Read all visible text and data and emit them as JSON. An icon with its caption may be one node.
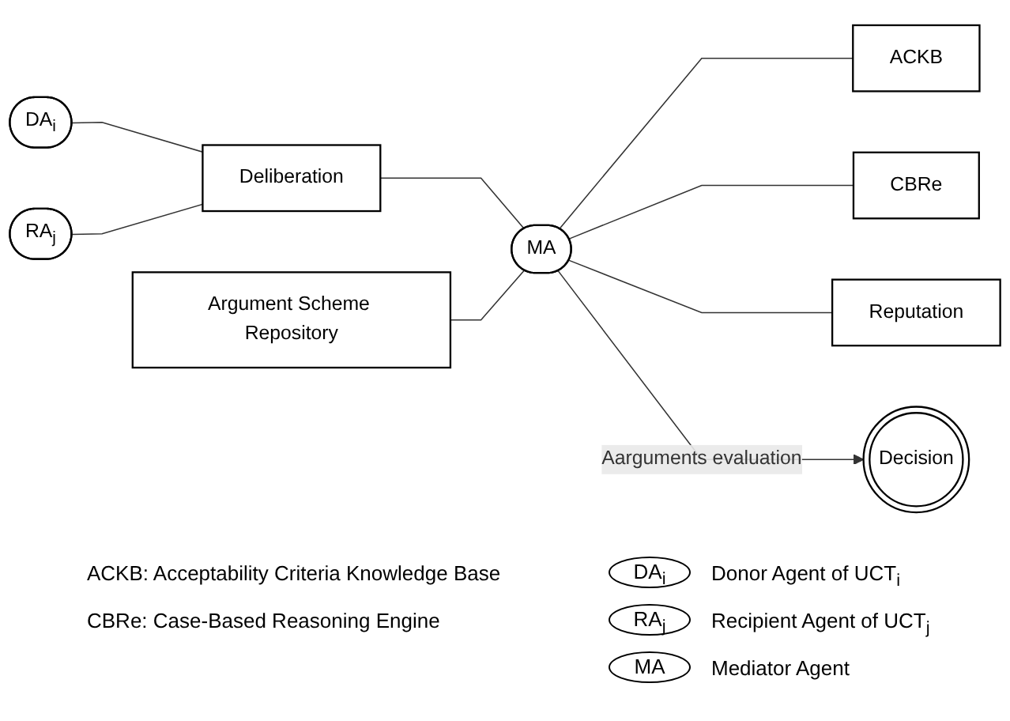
{
  "diagram": {
    "nodes": [
      {
        "text": [
          "Argument Scheme Repository"
        ]
      },
      {
        "text": [
          "ACKB"
        ]
      },
      {
        "text": [
          "DA$_{i}$"
        ]
      },
      {
        "text": [
          "Deliberation"
        ]
      },
      {
        "text": [
          "MA"
        ]
      },
      {
        "text": [
          "CBRe"
        ]
      },
      {
        "text": [
          "RA$_{j}$"
        ]
      },
      {
        "text": [
          "Reputation"
        ]
      },
      {
        "text": [
          "Decision"
        ]
      }
    ],
    "edges": [
      {
        "from": 2,
        "to": 3,
        "arrow": "none"
      },
      {
        "from": 6,
        "to": 3,
        "arrow": "none"
      },
      {
        "from": 3,
        "to": 4,
        "arrow": "none"
      },
      {
        "from": 0,
        "to": 4,
        "arrow": "none"
      },
      {
        "from": 4,
        "to": 1,
        "arrow": "none"
      },
      {
        "from": 4,
        "to": 5,
        "arrow": "none"
      },
      {
        "from": 4,
        "to": 7,
        "arrow": "none"
      },
      {
        "from": 4,
        "to": 8,
        "arrow": "to",
        "label": "Aarguments evaluation"
      }
    ],
    "labels": [
      "ACKB: Acceptability Criteria Knowledge Base",
      "DA$_{i}$",
      "CBRe: Case-Based Reasoning Engine",
      "RA$_{j}$",
      "MA"
    ],
    "legend": [
      {
        "text": "Donor Agent of UCT$_{i}$"
      },
      {
        "text": "Recipient Agent of UCT$_{j}$"
      },
      {
        "text": "Mediator Agent"
      }
    ]
  }
}
